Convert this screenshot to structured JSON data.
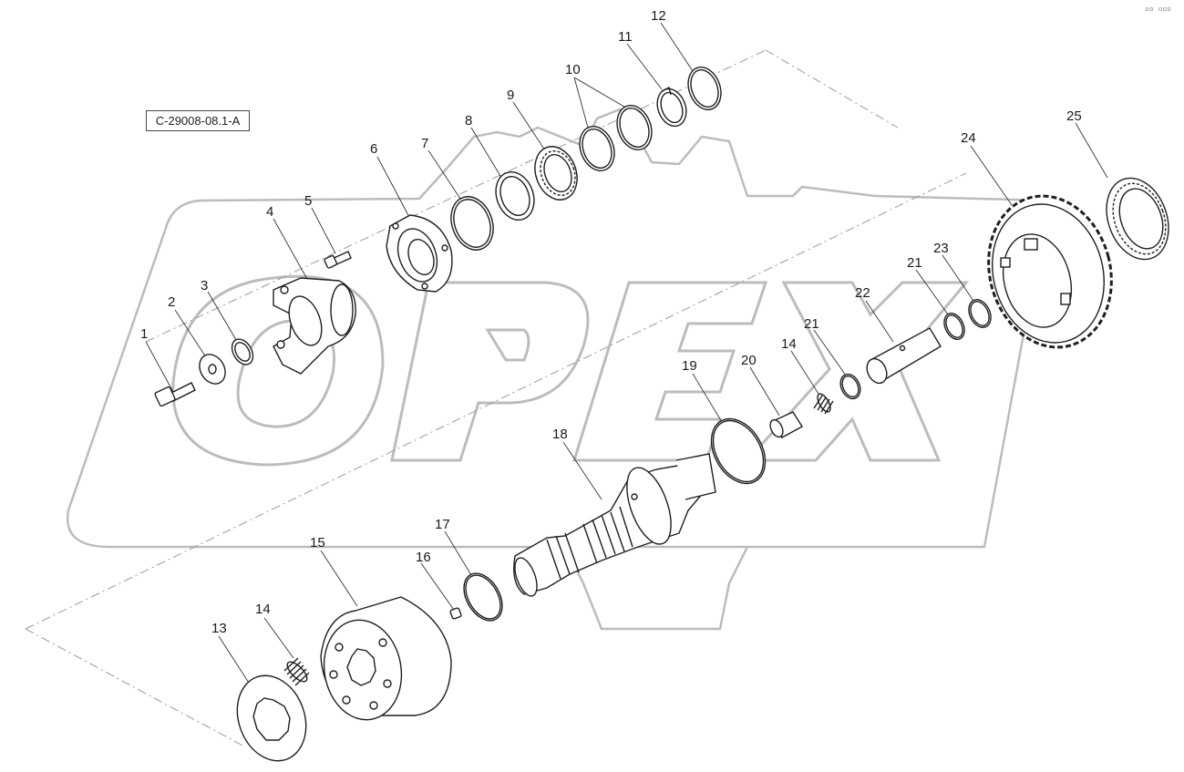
{
  "drawing_code": "C-29008-08.1-A",
  "corner_mark": "▫▫ ▫▫▫",
  "watermark": "OPEX",
  "callouts": [
    "1",
    "2",
    "3",
    "4",
    "5",
    "6",
    "7",
    "8",
    "9",
    "10",
    "11",
    "12",
    "13",
    "14",
    "14",
    "15",
    "16",
    "17",
    "18",
    "19",
    "20",
    "21",
    "21",
    "22",
    "23",
    "24",
    "25"
  ],
  "colors": {
    "line": "#1f1f1f",
    "watermark": "#bcbcbc",
    "fill": "#ffffff"
  }
}
